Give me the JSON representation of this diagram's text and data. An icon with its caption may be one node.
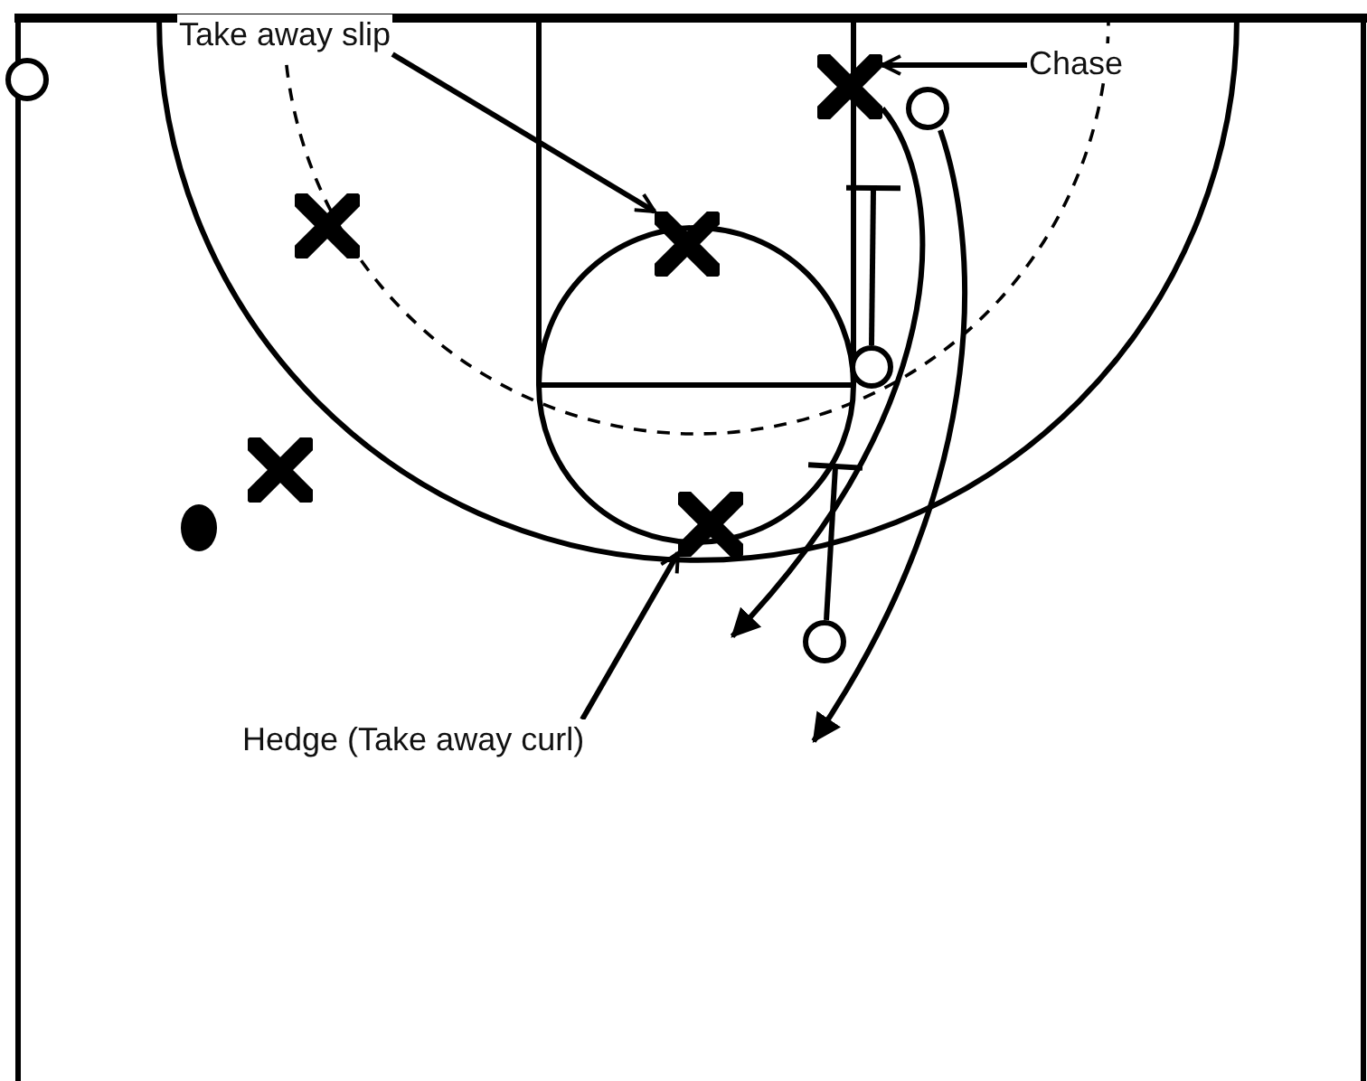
{
  "diagram": {
    "nodes": [
      {
        "text": [
          "Take away slip"
        ]
      },
      {
        "text": [],
        "shape": "circle"
      },
      {
        "text": [],
        "shape": "cross"
      },
      {
        "text": [
          "Chase"
        ]
      },
      {
        "text": [],
        "shape": "circle"
      },
      {
        "text": [],
        "shape": "cross"
      },
      {
        "text": [],
        "shape": "cross"
      },
      {
        "text": [],
        "shape": "circle"
      },
      {
        "text": [],
        "shape": "cross"
      },
      {
        "text": [],
        "shape": "dot"
      },
      {
        "text": [],
        "shape": "cross"
      },
      {
        "text": [],
        "shape": "circle"
      },
      {
        "text": [
          "Hedge (Take away curl)"
        ]
      }
    ],
    "edges": [
      {
        "from": 0,
        "to": 6,
        "arrow": "to"
      },
      {
        "from": 3,
        "to": 2,
        "arrow": "to"
      },
      {
        "from": 12,
        "to": 10,
        "arrow": "to"
      },
      {
        "from": 4,
        "to": null,
        "arrow": "to"
      },
      {
        "from": 2,
        "to": null,
        "arrow": "to"
      },
      {
        "from": 7,
        "to": null,
        "arrow": "other"
      },
      {
        "from": 11,
        "to": null,
        "arrow": "other"
      }
    ]
  }
}
